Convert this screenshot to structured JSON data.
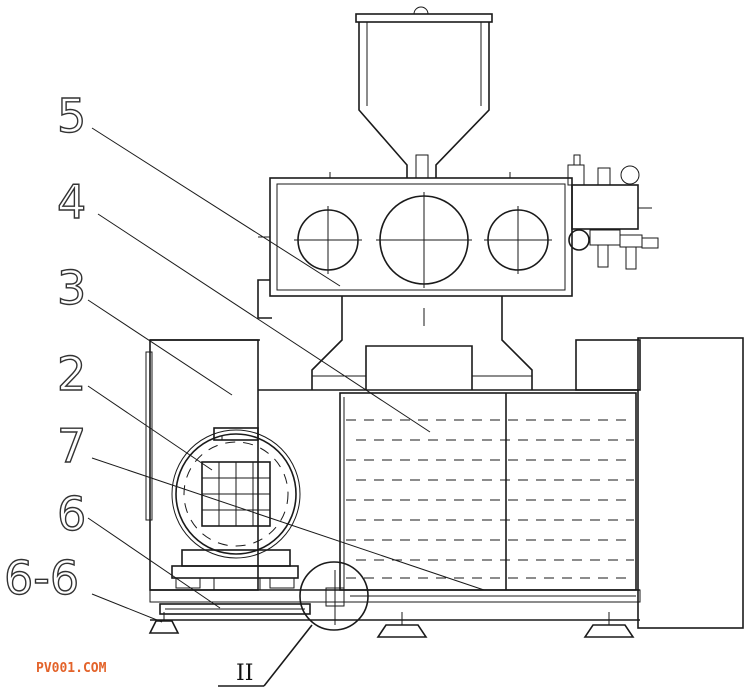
{
  "labels": {
    "l5": "5",
    "l4": "4",
    "l3": "3",
    "l2": "2",
    "l7": "7",
    "l6": "6",
    "l66": "6-6",
    "detail": "II"
  },
  "watermark": {
    "text": "PV001.COM",
    "color": "#e3632a"
  }
}
